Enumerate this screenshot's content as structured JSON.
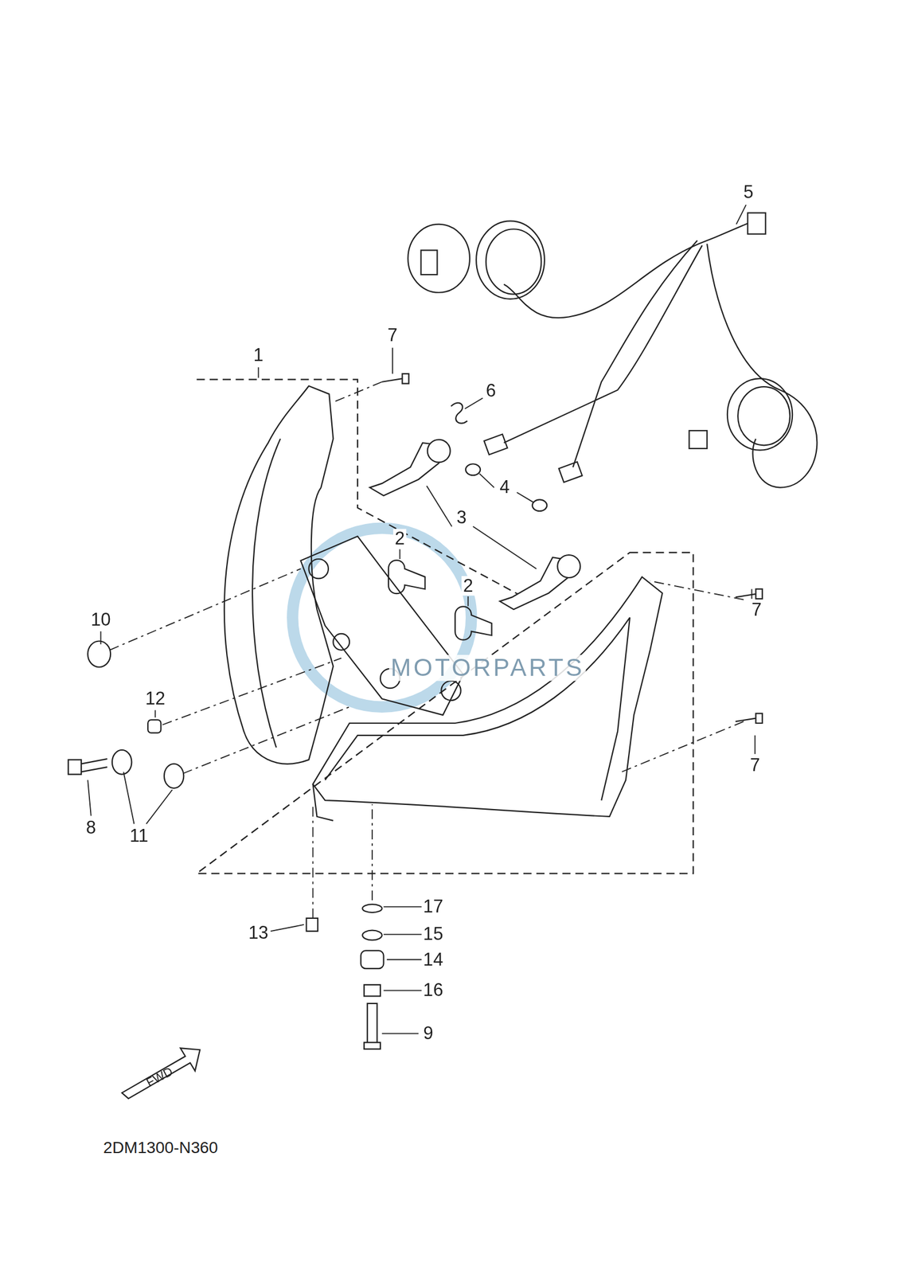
{
  "diagram": {
    "labels": [
      "1",
      "7",
      "6",
      "5",
      "4",
      "3",
      "2",
      "2",
      "7",
      "10",
      "12",
      "7",
      "8",
      "11",
      "13",
      "17",
      "15",
      "14",
      "16",
      "9",
      "FWD",
      "2DM1300-N360",
      "MOTORPARTS"
    ]
  }
}
